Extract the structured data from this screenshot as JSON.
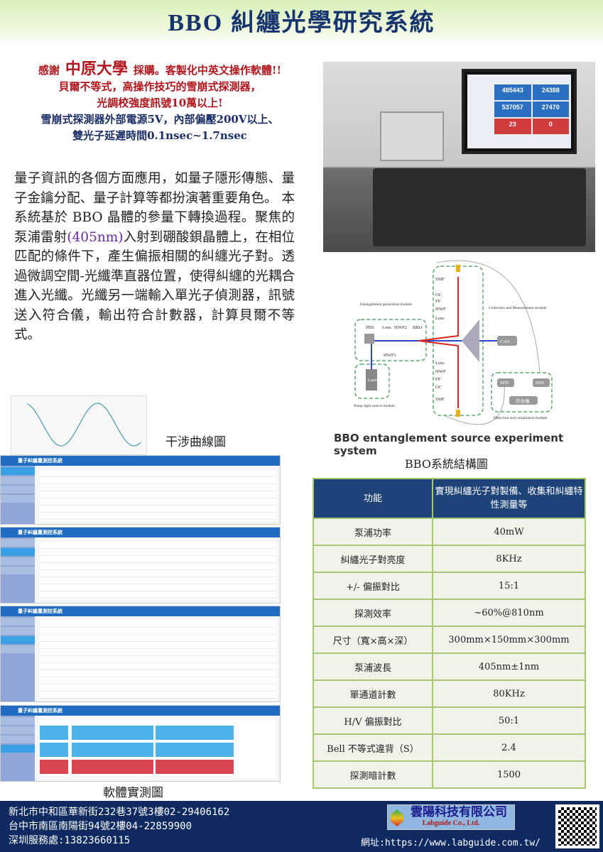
{
  "title": "BBO 糾纏光學研究系統",
  "intro": {
    "thanks": "感謝",
    "university": "中原大學",
    "purchase": "採購。客製化中英文操作軟體!!",
    "line2": "貝爾不等式，高操作技巧的雪崩式探測器，",
    "line3": "光調校強度訊號10萬以上!",
    "line4": "雪崩式探測器外部電源5V，內部偏壓200V以上、",
    "line5": "雙光子延遲時間0.1nsec~1.7nsec"
  },
  "paragraph": {
    "part1": "量子資訊的各個方面應用，如量子隱形傳態、量子金鑰分配、量子計算等都扮演著重要角色。 本系統基於 BBO 晶體的參量下轉換過程。聚焦的泵浦雷射",
    "wavelength": "(405nm)",
    "part2": "入射到硼酸鋇晶體上，在相位匹配的條件下，產生偏振相關的糾纏光子對。透過微調空間-光纖準直器位置，使得糾纏的光耦合進入光纖。光纖另一端輸入單光子偵測器，訊號送入符合儀，輸出符合計數器，計算貝爾不等式。"
  },
  "photo": {
    "monitor_values": [
      "485443",
      "24388",
      "537057",
      "27470",
      "23",
      "0"
    ]
  },
  "diagram": {
    "labels": {
      "smf": "SMF",
      "oc": "OC",
      "fp": "FP",
      "hwp": "HWP",
      "lens": "Lens",
      "pbs": "PBS",
      "hwp2": "HWP2",
      "bbo": "BBO",
      "hwp1": "HWP1",
      "laser": "Laser",
      "can": "CAN",
      "spd": "SPD",
      "coincidence": "符合儀",
      "gen_module": "Entanglement generation module",
      "collect_module": "Collection and Measurement module",
      "pump_module": "Pump light source module",
      "detect_module": "Detection and compliance module"
    },
    "caption": "BBO entanglement source experiment system"
  },
  "structure_caption": "BBO系統結構圖",
  "spec_table": {
    "header": [
      "功能",
      "實現糾纏光子對製備、收集和糾纏特性測量等"
    ],
    "rows": [
      [
        "泵浦功率",
        "40mW"
      ],
      [
        "糾纏光子對亮度",
        "8KHz"
      ],
      [
        "+/- 偏振對比",
        "15:1"
      ],
      [
        "探測效率",
        "~60%@810nm"
      ],
      [
        "尺寸（寬×高×深）",
        "300mm×150mm×300mm"
      ],
      [
        "泵浦波長",
        "405nm±1nm"
      ],
      [
        "單通道計數",
        "80KHz"
      ],
      [
        "H/V 偏振對比",
        "50:1"
      ],
      [
        "Bell 不等式違背（S）",
        "2.4"
      ],
      [
        "探測暗計數",
        "1500"
      ]
    ]
  },
  "curve_caption": "干涉曲線圖",
  "software": {
    "app_title": "量子糾纏量測控系統",
    "caption": "軟體實測圖"
  },
  "footer": {
    "addr1": "新北市中和區華新街232巷37號3樓02-29406162",
    "addr2": "台中市南區南陽街94號2樓04-22859900",
    "addr3": "深圳服務處:13823660115",
    "company_cn": "雲陽科技有限公司",
    "company_en": "Labguide Co., Ltd.",
    "website": "網址:https://www.labguide.com.tw/"
  },
  "colors": {
    "title": "#17346e",
    "red": "#b0161d",
    "table_header": "#1d4379",
    "table_border": "#a8c774",
    "footer": "#0f2a60"
  }
}
